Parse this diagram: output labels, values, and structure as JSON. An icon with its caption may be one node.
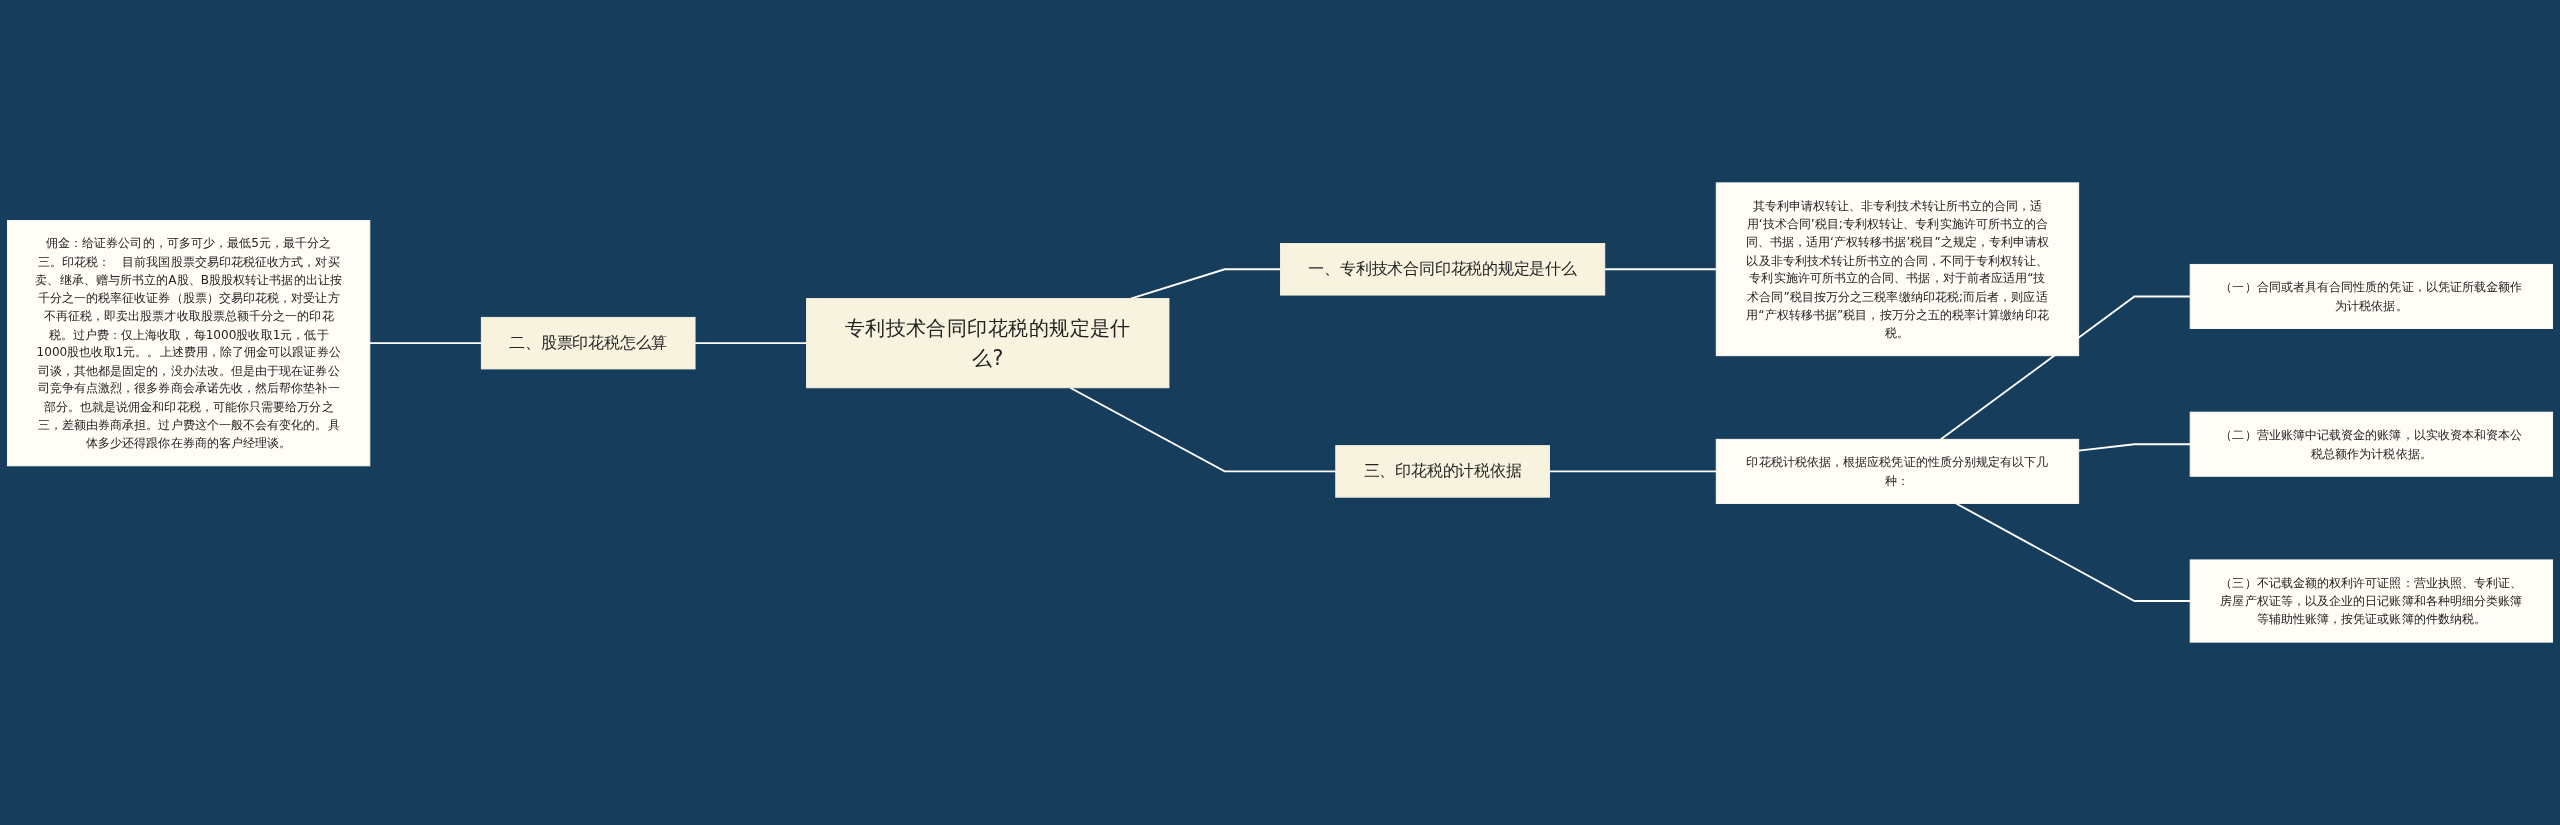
{
  "diagram": {
    "nodes": [
      {
        "text": [
          "专利技术合同印花税的规定是什么?"
        ]
      },
      {
        "text": [
          "一、专利技术合同印花税的规定是什么"
        ]
      },
      {
        "text": [
          "其专利申请权转让、非专利技术转让所书立的合同，适用‘技术合同’税目;专利权转让、专利实施许可所书立的合同、书据，适用‘产权转移书据’税目”之规定，专利申请权以及非专利技术转让所书立的合同，不同于专利权转让、专利实施许可所书立的合同、书据，对于前者应适用“技术合同”税目按万分之三税率缴纳印花税;而后者，则应适用“产权转移书据”税目，按万分之五的税率计算缴纳印花税。"
        ]
      },
      {
        "text": [
          "二、股票印花税怎么算"
        ]
      },
      {
        "text": [
          "佣金：给证券公司的，可多可少，最低5元，最千分之三。印花税：　目前我国股票交易印花税征收方式，对买卖、继承、赠与所书立的A股、B股股权转让书据的出让按千分之一的税率征收证券（股票）交易印花税，对受让方不再征税，即卖出股票才收取股票总额千分之一的印花税。过户费：仅上海收取，每1000股收取1元，低于1000股也收取1元。。上述费用，除了佣金可以跟证券公司谈，其他都是固定的，没办法改。但是由于现在证券公司竞争有点激烈，很多券商会承诺先收，然后帮你垫补一部分。也就是说佣金和印花税，可能你只需要给万分之三，差额由券商承担。过户费这个一般不会有变化的。具体多少还得跟你在券商的客户经理谈。"
        ]
      },
      {
        "text": [
          "三、印花税的计税依据"
        ]
      },
      {
        "text": [
          "印花税计税依据，根据应税凭证的性质分别规定有以下几种："
        ]
      },
      {
        "text": [
          "（一）合同或者具有合同性质的凭证，以凭证所载金额作为计税依据。"
        ]
      },
      {
        "text": [
          "（二）营业账簿中记载资金的账簿，以实收资本和资本公税总额作为计税依据。"
        ]
      },
      {
        "text": [
          "（三）不记载金额的权利许可证照：营业执照、专利证、房屋产权证等，以及企业的日记账簿和各种明细分类账簿等辅助性账簿，按凭证或账簿的件数纳税。"
        ]
      }
    ],
    "edges": [
      {
        "from": 0,
        "to": 1,
        "arrow": "none"
      },
      {
        "from": 1,
        "to": 2,
        "arrow": "none"
      },
      {
        "from": 3,
        "to": 0,
        "arrow": "none"
      },
      {
        "from": 4,
        "to": 3,
        "arrow": "none"
      },
      {
        "from": 0,
        "to": 5,
        "arrow": "none"
      },
      {
        "from": 5,
        "to": 6,
        "arrow": "none"
      },
      {
        "from": 6,
        "to": 7,
        "arrow": "none"
      },
      {
        "from": 6,
        "to": 8,
        "arrow": "none"
      },
      {
        "from": 6,
        "to": 9,
        "arrow": "none"
      }
    ]
  }
}
